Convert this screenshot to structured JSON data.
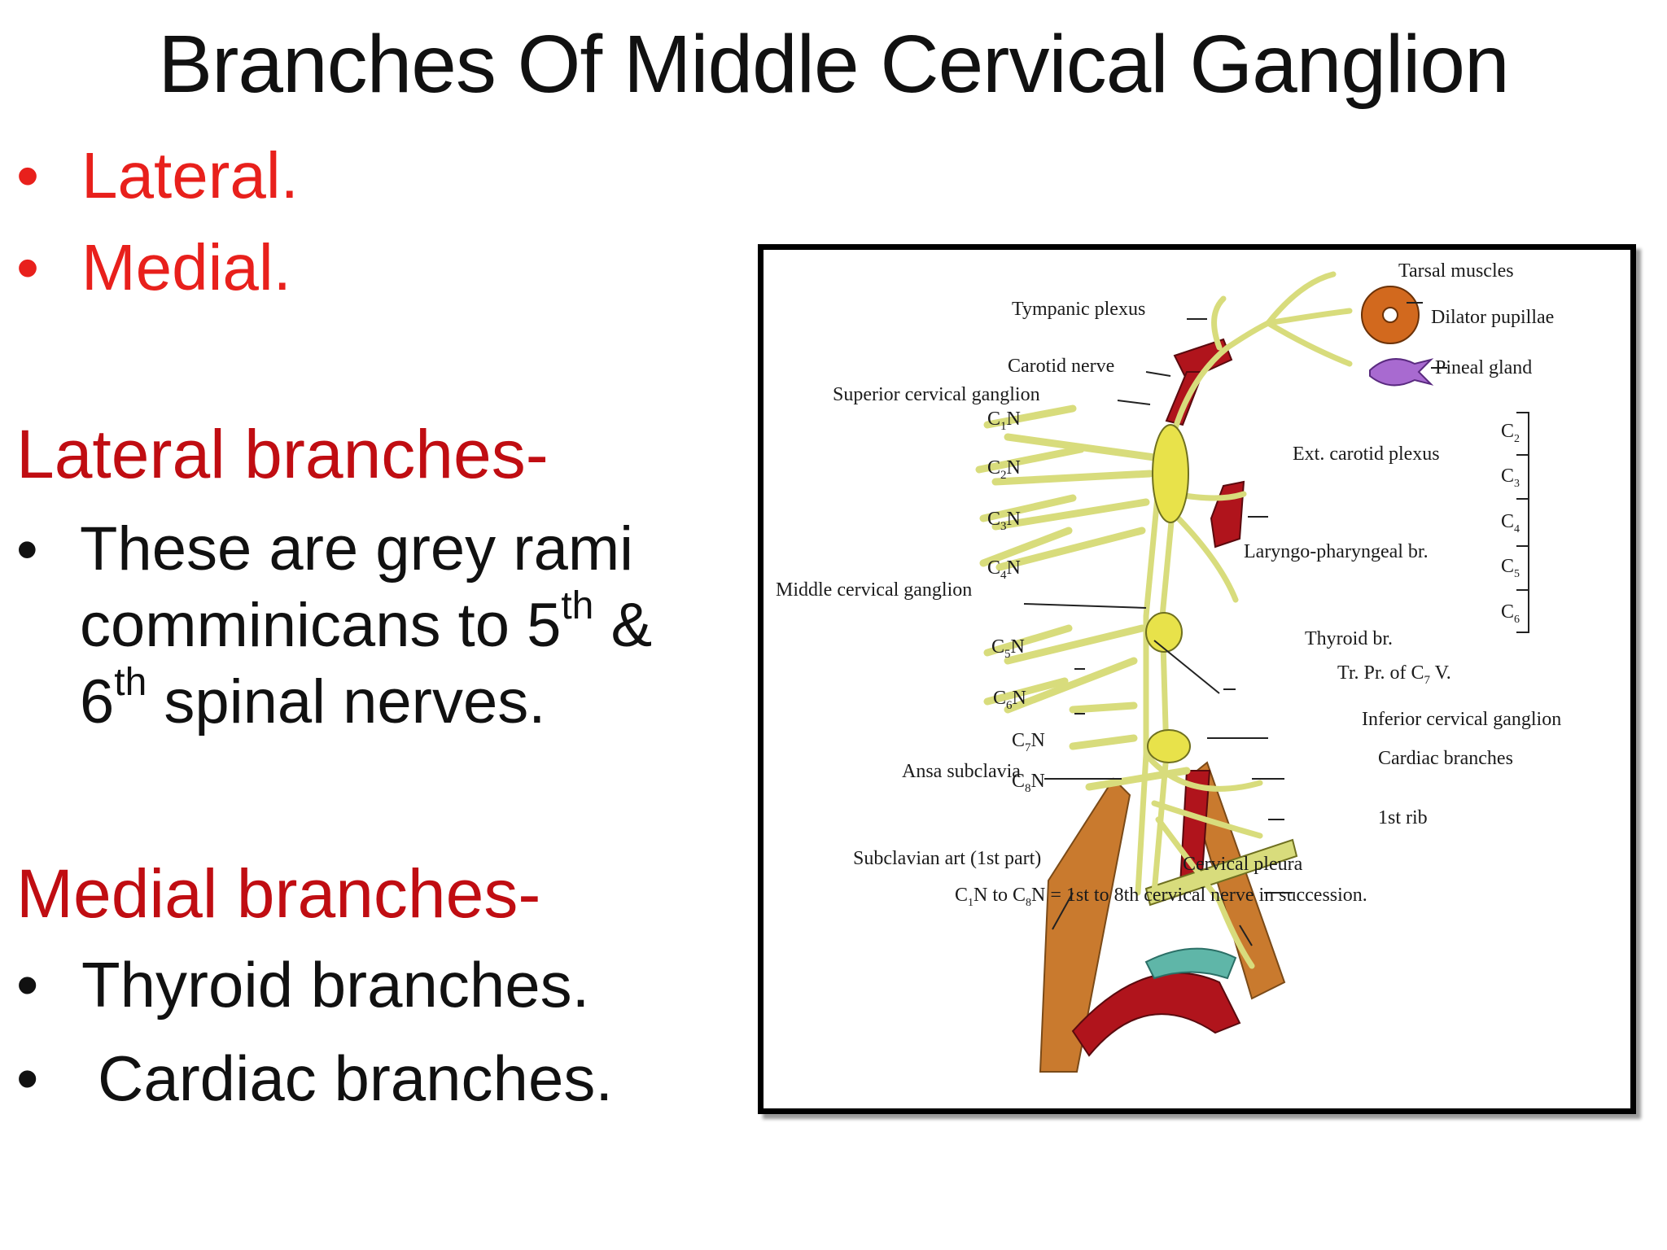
{
  "slide": {
    "title": "Branches Of Middle Cervical Ganglion",
    "bullets_top": [
      {
        "marker": "•",
        "text": "Lateral."
      },
      {
        "marker": "•",
        "text": "Medial."
      }
    ],
    "lateral": {
      "heading": "Lateral branches-",
      "marker": "•",
      "line1": "These are grey rami",
      "line2_a": "comminicans to 5",
      "line2_sup": "th",
      "line2_b": " &",
      "line3_a": "6",
      "line3_sup": "th",
      "line3_b": " spinal nerves."
    },
    "medial": {
      "heading": "Medial branches-",
      "items": [
        {
          "marker": "•",
          "text": "Thyroid branches."
        },
        {
          "marker": "•",
          "text": "Cardiac branches."
        }
      ]
    }
  },
  "figure": {
    "labels": {
      "tarsal": "Tarsal muscles",
      "dilator": "Dilator pupillae",
      "pineal": "Pineal gland",
      "tympanic": "Tympanic plexus",
      "carotid_nerve": "Carotid nerve",
      "superior_ganglion": "Superior cervical ganglion",
      "ext_carotid": "Ext. carotid plexus",
      "laryngo": "Laryngo-pharyngeal br.",
      "middle_ganglion": "Middle cervical ganglion",
      "thyroid": "Thyroid br.",
      "tr_pr": "Tr. Pr. of C",
      "tr_pr_sub": "7",
      "tr_pr_end": " V.",
      "inferior_ganglion": "Inferior cervical ganglion",
      "cardiac": "Cardiac branches",
      "ansa": "Ansa subclavia",
      "first_rib": "1st rib",
      "subclavian": "Subclavian art (1st part)",
      "pleura": "Cervical pleura",
      "caption_c": "C",
      "caption_1": "1",
      "caption_mid": "N to C",
      "caption_8": "8",
      "caption_end": "N = 1st to 8th cervical nerve in succession."
    },
    "nerves": [
      {
        "c": "C",
        "sub": "1",
        "n": "N"
      },
      {
        "c": "C",
        "sub": "2",
        "n": "N"
      },
      {
        "c": "C",
        "sub": "3",
        "n": "N"
      },
      {
        "c": "C",
        "sub": "4",
        "n": "N"
      },
      {
        "c": "C",
        "sub": "5",
        "n": "N"
      },
      {
        "c": "C",
        "sub": "6",
        "n": "N"
      },
      {
        "c": "C",
        "sub": "7",
        "n": "N"
      },
      {
        "c": "C",
        "sub": "8",
        "n": "N"
      }
    ],
    "segments": [
      {
        "c": "C",
        "sub": "2"
      },
      {
        "c": "C",
        "sub": "3"
      },
      {
        "c": "C",
        "sub": "4"
      },
      {
        "c": "C",
        "sub": "5"
      },
      {
        "c": "C",
        "sub": "6"
      }
    ],
    "colors": {
      "nerve": "#d8dc7c",
      "ganglion": "#e8e24a",
      "artery": "#b0141c",
      "muscle": "#c97a2e",
      "pleura": "#5fb6a8",
      "iris": "#d2691e",
      "pineal": "#a86ad0"
    }
  }
}
